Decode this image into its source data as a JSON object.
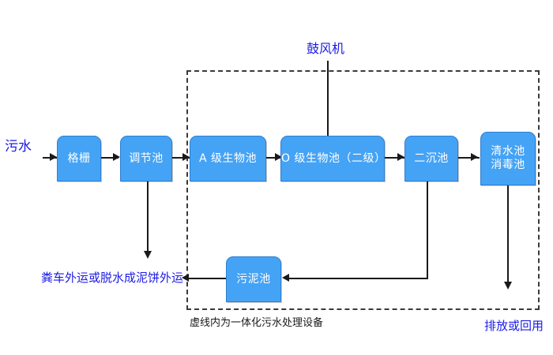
{
  "diagram": {
    "title_label": "鼓风机",
    "inlet_label": "污水",
    "boxes": [
      {
        "id": "grid",
        "text": "格栅"
      },
      {
        "id": "regulate",
        "text": "调节池"
      },
      {
        "id": "a-stage",
        "text": "A 级生物池"
      },
      {
        "id": "o-stage",
        "text": "O 级生物池（二级）"
      },
      {
        "id": "secondary",
        "text": "二沉池"
      },
      {
        "id": "clearwater",
        "text": "清水池\n消毒池"
      },
      {
        "id": "sludge",
        "text": "污泥池"
      }
    ],
    "notes": {
      "sludge_disposal": "粪车外运或脱水成泥饼外运",
      "enclosure_caption": "虚线内为一体化污水处理设备",
      "effluent": "排放或回用"
    },
    "colors": {
      "box_fill": "#45a3f5",
      "box_border": "#2f7fd0",
      "box_text": "#ffffff",
      "label_text": "#1a1ae6",
      "connector": "#1a1a1a",
      "enclosure_border": "#3a3a3a",
      "background": "#ffffff"
    }
  }
}
